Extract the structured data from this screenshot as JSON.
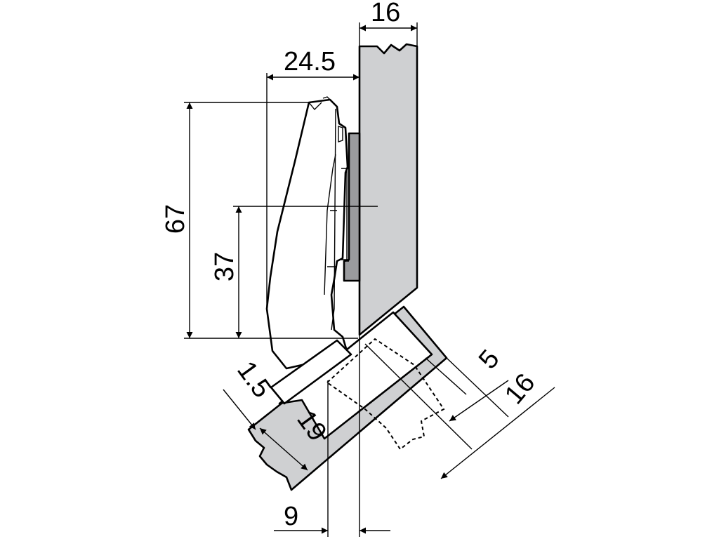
{
  "dimensions": {
    "cabinet_side_thickness": "16",
    "hinge_depth": "24.5",
    "hinge_height": "67",
    "hinge_center": "37",
    "door_gap": "1.5",
    "door_thickness": "19",
    "edge_distance": "5",
    "panel_thickness": "16",
    "offset": "9"
  },
  "colors": {
    "panel_fill": "#cfd0d2",
    "dark_fill": "#9a9b9e",
    "line": "#000000",
    "background": "#ffffff"
  }
}
